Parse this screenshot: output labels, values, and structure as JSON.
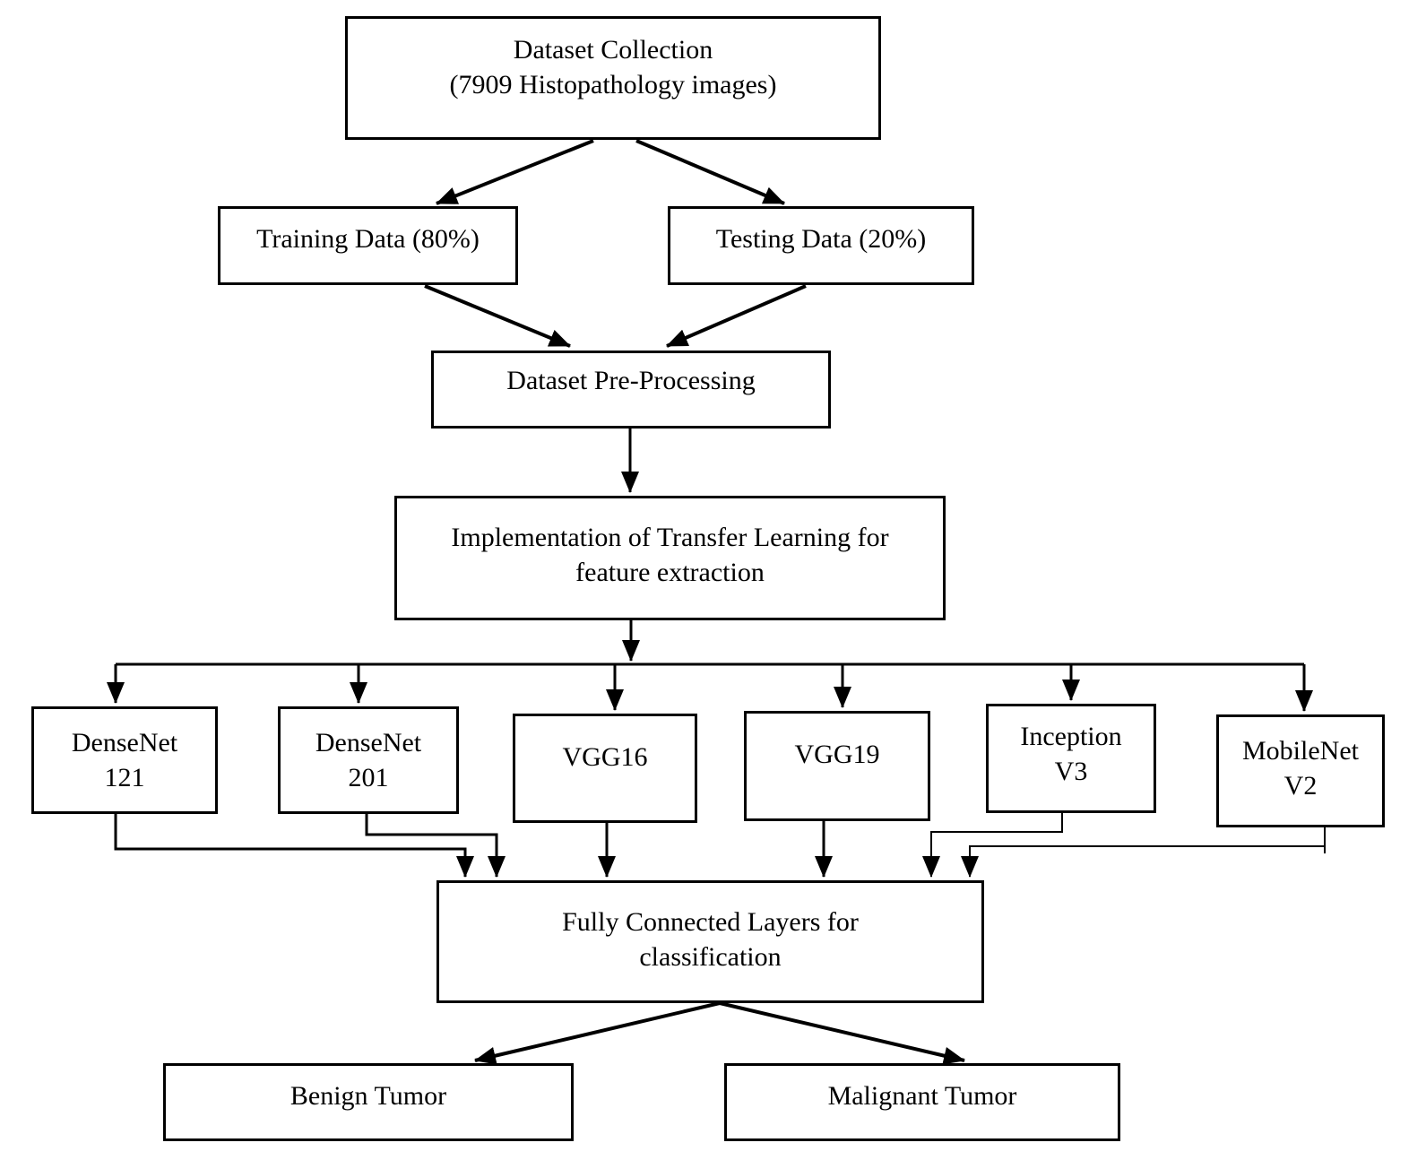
{
  "diagram": {
    "type": "flowchart",
    "description": "Transfer learning pipeline for breast tumor histopathology image classification",
    "colors": {
      "background": "#ffffff",
      "box_fill": "#ffffff",
      "box_border": "#000000",
      "line": "#000000",
      "text": "#000000"
    }
  },
  "nodes": {
    "dataset_collection": {
      "lines": [
        "Dataset Collection",
        "(7909 Histopathology images)"
      ]
    },
    "training_data": {
      "lines": [
        "Training Data (80%)"
      ]
    },
    "testing_data": {
      "lines": [
        "Testing Data (20%)"
      ]
    },
    "dataset_preprocessing": {
      "lines": [
        "Dataset Pre-Processing"
      ]
    },
    "transfer_learning": {
      "lines": [
        "Implementation of Transfer Learning for",
        "feature extraction"
      ]
    },
    "densenet121": {
      "lines": [
        "DenseNet",
        "121"
      ]
    },
    "densenet201": {
      "lines": [
        "DenseNet",
        "201"
      ]
    },
    "vgg16": {
      "lines": [
        "VGG16"
      ]
    },
    "vgg19": {
      "lines": [
        "VGG19"
      ]
    },
    "inception_v3": {
      "lines": [
        "Inception",
        "V3"
      ]
    },
    "mobilenet_v2": {
      "lines": [
        "MobileNet",
        "V2"
      ]
    },
    "fully_connected": {
      "lines": [
        "Fully Connected Layers for",
        "classification"
      ]
    },
    "benign_tumor": {
      "lines": [
        "Benign Tumor"
      ]
    },
    "malignant_tumor": {
      "lines": [
        "Malignant Tumor"
      ]
    }
  },
  "edges": [
    {
      "from": "dataset_collection",
      "to": "training_data"
    },
    {
      "from": "dataset_collection",
      "to": "testing_data"
    },
    {
      "from": "training_data",
      "to": "dataset_preprocessing"
    },
    {
      "from": "testing_data",
      "to": "dataset_preprocessing"
    },
    {
      "from": "dataset_preprocessing",
      "to": "transfer_learning"
    },
    {
      "from": "transfer_learning",
      "to": "densenet121"
    },
    {
      "from": "transfer_learning",
      "to": "densenet201"
    },
    {
      "from": "transfer_learning",
      "to": "vgg16"
    },
    {
      "from": "transfer_learning",
      "to": "vgg19"
    },
    {
      "from": "transfer_learning",
      "to": "inception_v3"
    },
    {
      "from": "transfer_learning",
      "to": "mobilenet_v2"
    },
    {
      "from": "densenet121",
      "to": "fully_connected"
    },
    {
      "from": "densenet201",
      "to": "fully_connected"
    },
    {
      "from": "vgg16",
      "to": "fully_connected"
    },
    {
      "from": "vgg19",
      "to": "fully_connected"
    },
    {
      "from": "inception_v3",
      "to": "fully_connected"
    },
    {
      "from": "mobilenet_v2",
      "to": "fully_connected"
    },
    {
      "from": "fully_connected",
      "to": "benign_tumor"
    },
    {
      "from": "fully_connected",
      "to": "malignant_tumor"
    }
  ]
}
